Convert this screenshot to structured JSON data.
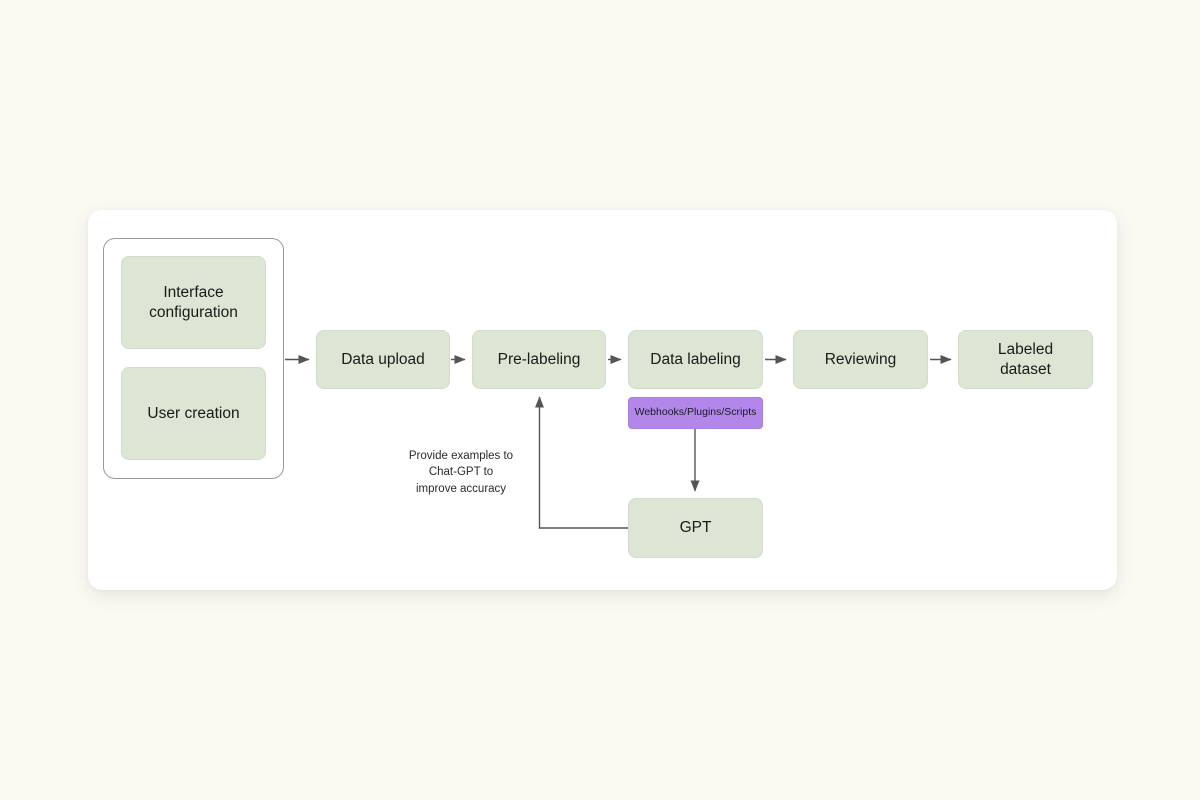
{
  "page": {
    "background_color": "#faf9f2",
    "card_color": "#ffffff"
  },
  "palette": {
    "node_green": "#dde6d4",
    "node_green_border": "#d2dcc8",
    "node_purple": "#b387ea",
    "connector": "#555555",
    "text": "#1a1a1a",
    "group_border": "#9a9a9a"
  },
  "diagram": {
    "type": "flowchart",
    "orientation": "left-to-right",
    "group": {
      "name": "setup-group",
      "items": [
        {
          "id": "interface-configuration",
          "label": "Interface\nconfiguration",
          "color": "#dde6d4"
        },
        {
          "id": "user-creation",
          "label": "User creation",
          "color": "#dde6d4"
        }
      ]
    },
    "nodes": [
      {
        "id": "data-upload",
        "label": "Data upload",
        "color": "#dde6d4"
      },
      {
        "id": "pre-labeling",
        "label": "Pre-labeling",
        "color": "#dde6d4"
      },
      {
        "id": "data-labeling",
        "label": "Data labeling",
        "color": "#dde6d4"
      },
      {
        "id": "reviewing",
        "label": "Reviewing",
        "color": "#dde6d4"
      },
      {
        "id": "labeled-dataset",
        "label": "Labeled\ndataset",
        "color": "#dde6d4"
      },
      {
        "id": "webhooks",
        "label": "Webhooks/Plugins/Scripts",
        "color": "#b387ea"
      },
      {
        "id": "gpt",
        "label": "GPT",
        "color": "#dde6d4"
      }
    ],
    "edges": [
      {
        "from": "setup-group",
        "to": "data-upload",
        "label": ""
      },
      {
        "from": "data-upload",
        "to": "pre-labeling",
        "label": ""
      },
      {
        "from": "pre-labeling",
        "to": "data-labeling",
        "label": ""
      },
      {
        "from": "data-labeling",
        "to": "reviewing",
        "label": ""
      },
      {
        "from": "reviewing",
        "to": "labeled-dataset",
        "label": ""
      },
      {
        "from": "webhooks",
        "to": "gpt",
        "label": ""
      },
      {
        "from": "gpt",
        "to": "pre-labeling",
        "label": "Provide examples to\nChat-GPT to\nimprove accuracy"
      }
    ],
    "annotations": [
      {
        "id": "gpt-feedback-note",
        "text": "Provide examples to\nChat-GPT to\nimprove accuracy"
      }
    ]
  }
}
